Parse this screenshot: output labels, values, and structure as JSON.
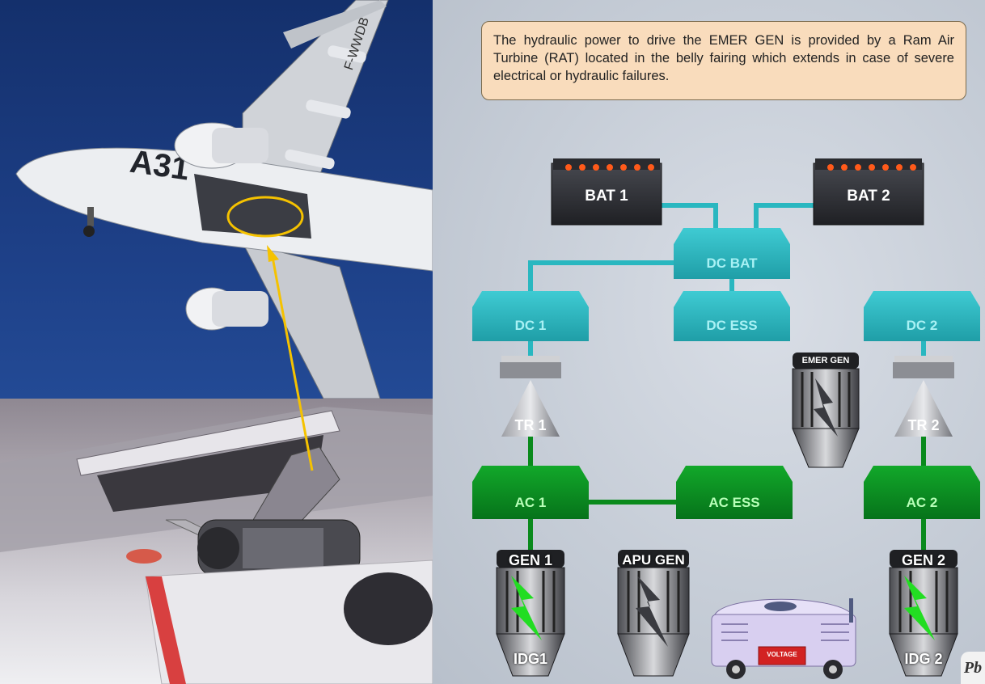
{
  "note": {
    "text": "The hydraulic power to drive the EMER GEN is provided by a Ram Air Turbine (RAT) located in the belly fairing which extends in case of severe electrical or hydraulic failures."
  },
  "diagram": {
    "batteries": {
      "bat1": "BAT 1",
      "bat2": "BAT 2"
    },
    "dc_buses": {
      "dc_bat": "DC BAT",
      "dc1": "DC 1",
      "dc_ess": "DC ESS",
      "dc2": "DC 2"
    },
    "transformer_rectifiers": {
      "tr1": "TR 1",
      "tr2": "TR 2"
    },
    "ac_buses": {
      "ac1": "AC 1",
      "ac_ess": "AC ESS",
      "ac2": "AC 2"
    },
    "generators": {
      "emer_gen": "EMER GEN",
      "gen1": "GEN 1",
      "apu_gen": "APU GEN",
      "gen2": "GEN 2",
      "idg1": "IDG1",
      "idg2": "IDG 2"
    },
    "ground_power_label": "VOLTAGE"
  },
  "photo": {
    "registration": "F-WWDB",
    "livery": "A31"
  },
  "colors": {
    "dc_bus": "#29b7c0",
    "ac_bus": "#0a8a1c",
    "battery": "#2f3033",
    "note_bg": "#f9dcbc",
    "highlight": "#f5c200",
    "spark": "#22dd22"
  },
  "logo": "Pb"
}
